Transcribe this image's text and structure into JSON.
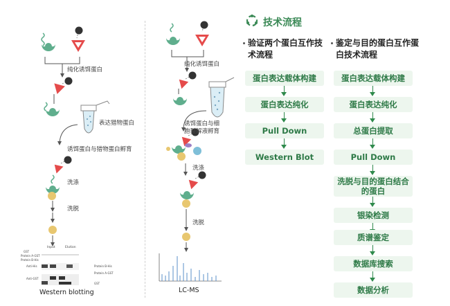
{
  "left_panel": {
    "step1": "纯化诱饵蛋白",
    "tube_label": "表达猎物蛋白",
    "step2": "诱饵蛋白与猎物蛋白孵育",
    "wash": "洗涤",
    "elute": "洗脱",
    "blot_headers": [
      "Input",
      "Elution"
    ],
    "blot_rows": [
      "GST",
      "Protein A-GST",
      "Protein B-His"
    ],
    "blot_side_labels": [
      "Anti-His",
      "Anti-GST"
    ],
    "blot_right_labels": [
      "Protein B-His",
      "Protein A-GST",
      "GST"
    ],
    "caption": "Western blotting"
  },
  "middle_panel": {
    "step1": "纯化诱饵蛋白",
    "incubate": "诱饵蛋白与细胞裂解液孵育",
    "wash": "洗涤",
    "elute": "洗脱",
    "caption": "LC-MS"
  },
  "section_title": "技术流程",
  "flow_a": {
    "heading": "验证两个蛋白互作技术流程",
    "steps": [
      "蛋白表达载体构建",
      "蛋白表达纯化",
      "Pull Down",
      "Western Blot"
    ]
  },
  "flow_b": {
    "heading": "鉴定与目的蛋白互作蛋白技术流程",
    "steps": [
      "蛋白表达载体构建",
      "蛋白表达纯化",
      "总蛋白提取",
      "Pull Down",
      "洗脱与目的蛋白结合的蛋白",
      "银染检测",
      "质谱鉴定",
      "数据库搜索",
      "数据分析"
    ]
  },
  "colors": {
    "accent": "#3c8a57",
    "box_bg": "#edf6ee",
    "bait": "#5fae8d",
    "tag": "#e54b4b",
    "prey": "#e8c770"
  }
}
